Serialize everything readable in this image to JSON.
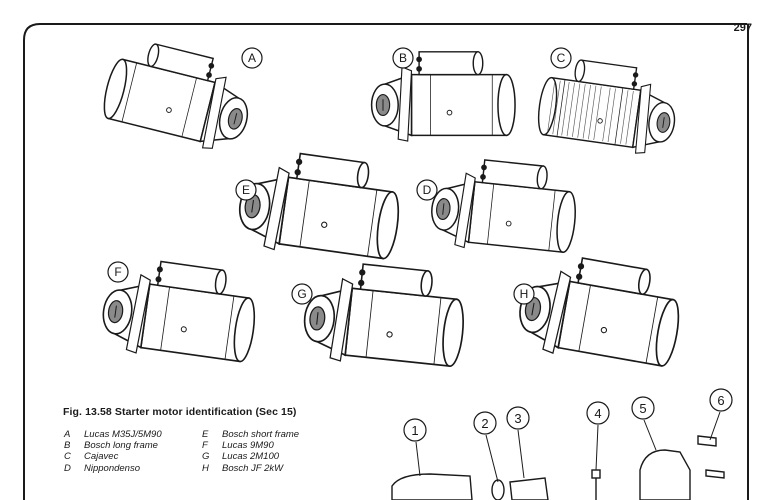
{
  "page_number": "297",
  "figure": {
    "caption": "Fig. 13.58 Starter motor identification (Sec 15)",
    "legend": [
      {
        "key": "A",
        "text": "Lucas M35J/5M90"
      },
      {
        "key": "E",
        "text": "Bosch short frame"
      },
      {
        "key": "B",
        "text": "Bosch long frame"
      },
      {
        "key": "F",
        "text": "Lucas 9M90"
      },
      {
        "key": "C",
        "text": "Cajavec"
      },
      {
        "key": "G",
        "text": "Lucas 2M100"
      },
      {
        "key": "D",
        "text": "Nippondenso"
      },
      {
        "key": "H",
        "text": "Bosch JF 2kW"
      }
    ],
    "motor_labels": [
      "A",
      "B",
      "C",
      "E",
      "D",
      "F",
      "G",
      "H"
    ],
    "part_labels": [
      "1",
      "2",
      "3",
      "4",
      "5",
      "6"
    ]
  },
  "colors": {
    "ink": "#1a1a1a",
    "paper": "#ffffff",
    "shade": "#8a8a8a"
  }
}
